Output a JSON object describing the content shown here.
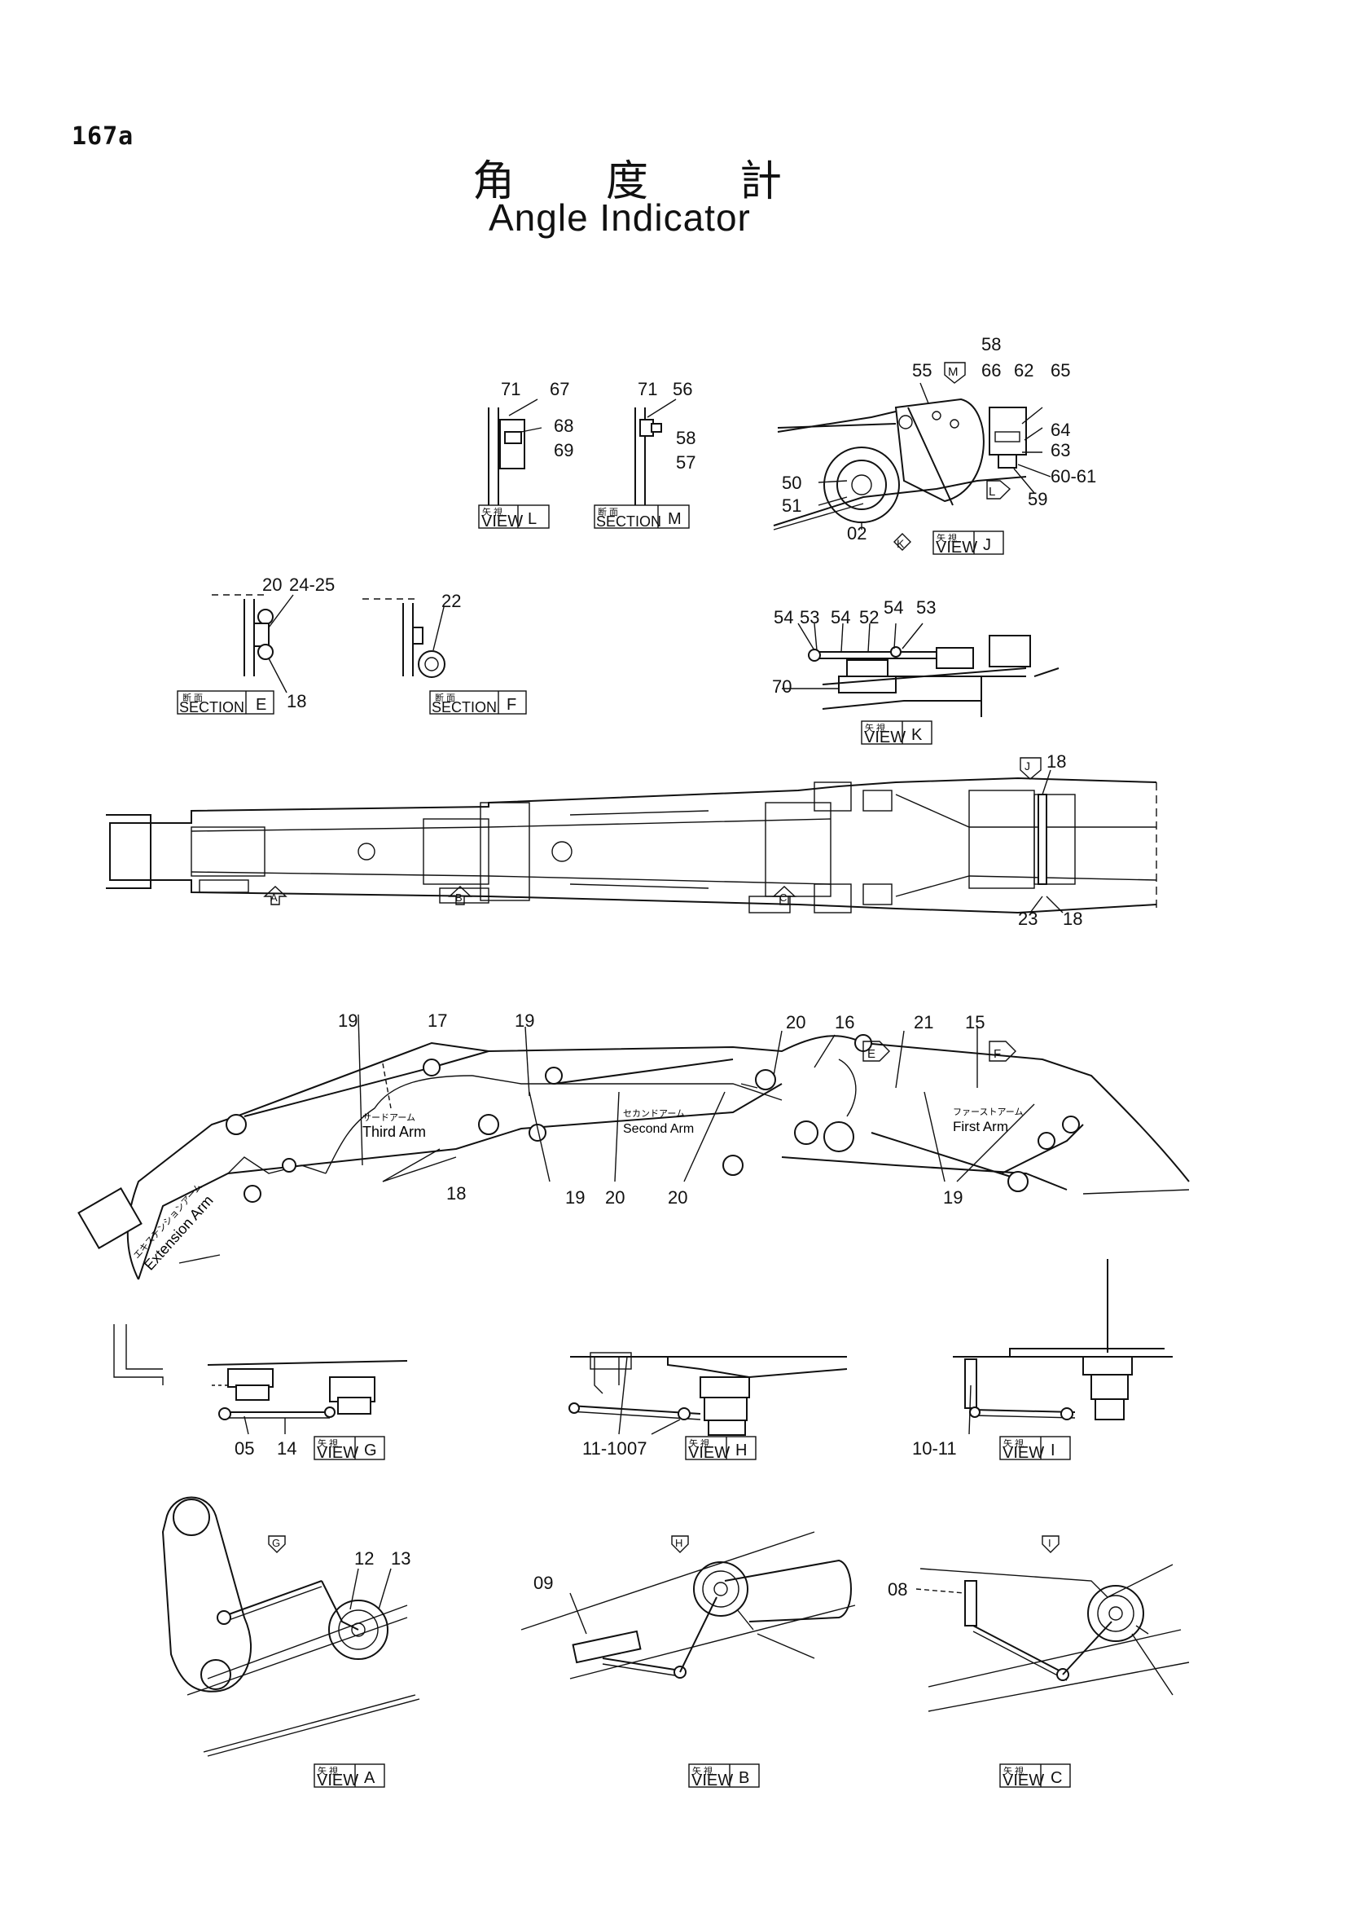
{
  "header": {
    "page_no": "167a",
    "title_jp": [
      "角",
      "度",
      "計"
    ],
    "title_en": "Angle Indicator"
  },
  "view_boxes": [
    {
      "id": "view-l",
      "jp": "矢 視",
      "label": "VIEW",
      "letter": "L"
    },
    {
      "id": "section-m",
      "jp": "断 面",
      "label": "SECTION",
      "letter": "M"
    },
    {
      "id": "view-j",
      "jp": "矢 視",
      "label": "VIEW",
      "letter": "J"
    },
    {
      "id": "section-e",
      "jp": "断 面",
      "label": "SECTION",
      "letter": "E"
    },
    {
      "id": "section-f",
      "jp": "断 面",
      "label": "SECTION",
      "letter": "F"
    },
    {
      "id": "view-k",
      "jp": "矢 視",
      "label": "VIEW",
      "letter": "K"
    },
    {
      "id": "view-g",
      "jp": "矢 視",
      "label": "VIEW",
      "letter": "G"
    },
    {
      "id": "view-h",
      "jp": "矢 視",
      "label": "VIEW",
      "letter": "H"
    },
    {
      "id": "view-i",
      "jp": "矢 視",
      "label": "VIEW",
      "letter": "I"
    },
    {
      "id": "view-a",
      "jp": "矢 視",
      "label": "VIEW",
      "letter": "A"
    },
    {
      "id": "view-b",
      "jp": "矢 視",
      "label": "VIEW",
      "letter": "B"
    },
    {
      "id": "view-c",
      "jp": "矢 視",
      "label": "VIEW",
      "letter": "C"
    }
  ],
  "arrow_markers": [
    "M",
    "K",
    "L",
    "A",
    "B",
    "C",
    "J",
    "E",
    "F",
    "G",
    "H",
    "I"
  ],
  "arm_labels": {
    "extension_jp": "エキステンションアーム",
    "extension_en": "Extension Arm",
    "third_jp": "サードアーム",
    "third_en": "Third Arm",
    "second_jp": "セカンドアーム",
    "second_en": "Second Arm",
    "first_jp": "ファーストアーム",
    "first_en": "First Arm"
  },
  "part_labels": {
    "view_l": [
      "71",
      "67",
      "68",
      "69"
    ],
    "section_m": [
      "71",
      "56",
      "58",
      "57"
    ],
    "view_j": [
      "58",
      "66",
      "62",
      "65",
      "55",
      "64",
      "63",
      "60-61",
      "59",
      "50",
      "51",
      "02"
    ],
    "section_e": [
      "20",
      "24-25",
      "18"
    ],
    "section_f": [
      "22"
    ],
    "view_k": [
      "54",
      "53",
      "54",
      "52",
      "54",
      "53",
      "70"
    ],
    "boom_top": [
      "18",
      "23",
      "18"
    ],
    "side_arm": [
      "19",
      "17",
      "19",
      "20",
      "16",
      "21",
      "15",
      "18",
      "19",
      "20",
      "20",
      "19"
    ],
    "view_g": [
      "05",
      "14"
    ],
    "view_h": [
      "11-10",
      "07"
    ],
    "view_i": [
      "10-11"
    ],
    "view_a": [
      "12",
      "13"
    ],
    "view_b": [
      "09"
    ],
    "view_c": [
      "08"
    ]
  }
}
